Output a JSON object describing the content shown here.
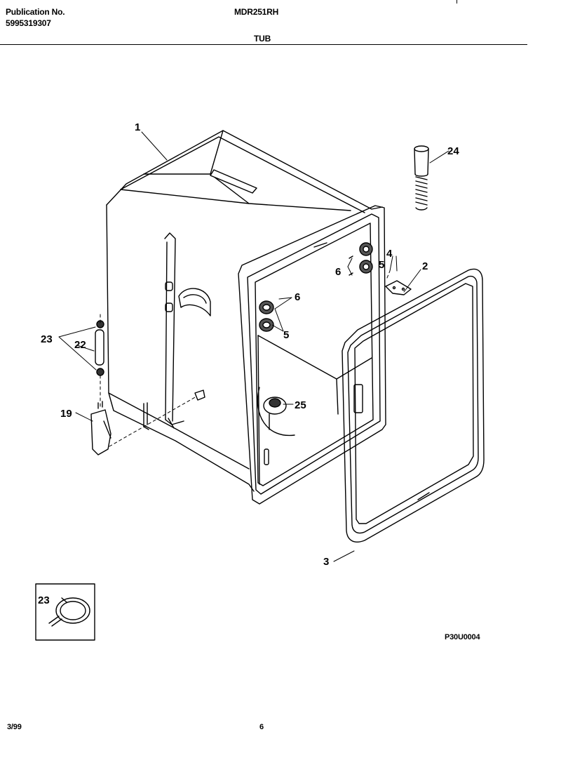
{
  "header": {
    "publication_label": "Publication No.",
    "publication_number": "5995319307",
    "model": "MDR251RH",
    "section_title": "TUB"
  },
  "callouts": {
    "c1": "1",
    "c24": "24",
    "c4": "4",
    "c2": "2",
    "c6_right": "6",
    "c5_right": "5",
    "c6_mid": "6",
    "c5_mid": "5",
    "c23": "23",
    "c22": "22",
    "c19": "19",
    "c25": "25",
    "c3": "3",
    "c23_inset": "23"
  },
  "diagram_code": "P30U0004",
  "footer": {
    "date": "3/99",
    "page": "6"
  }
}
